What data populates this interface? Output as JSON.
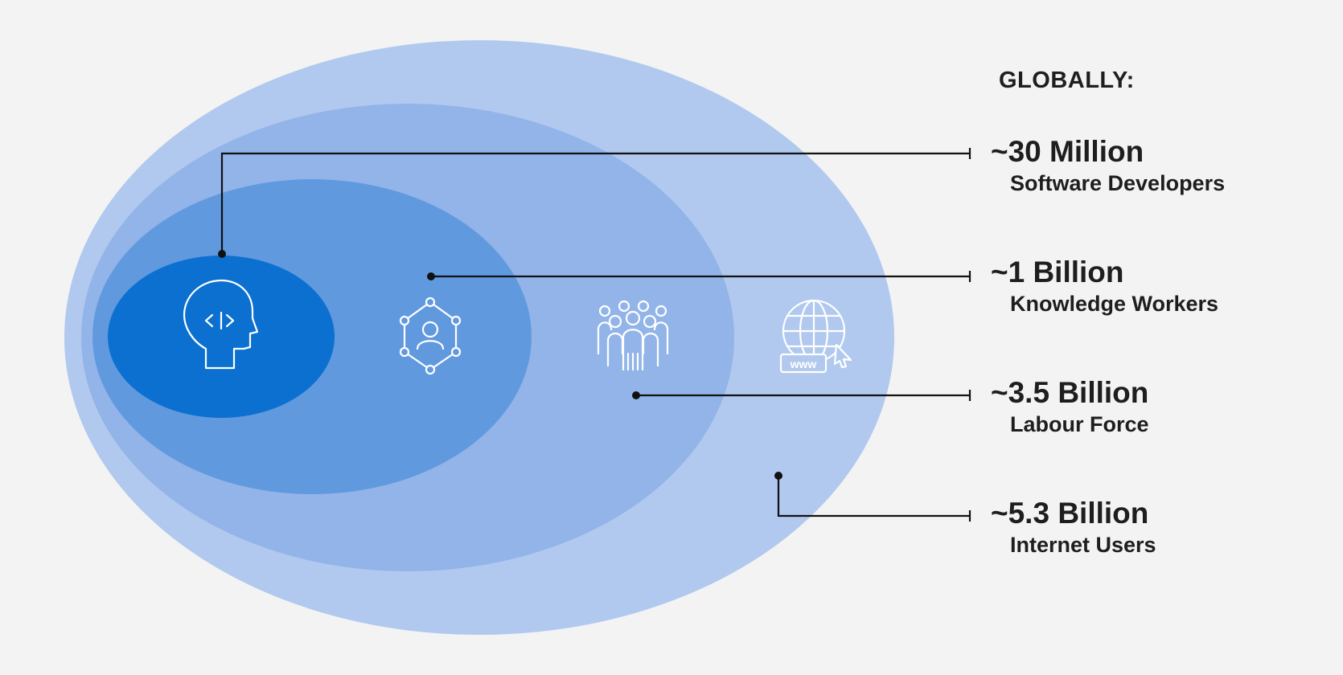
{
  "heading": "GLOBALLY:",
  "colors": {
    "background": "#f3f3f3",
    "internet_users": "#b1c9ef",
    "labour_force": "#92b4e8",
    "knowledge_workers": "#6199df",
    "software_developers": "#0b70cf",
    "leader_line": "#111111",
    "text": "#1e1e1e",
    "icon": "#ffffff"
  },
  "groups": [
    {
      "id": "developers",
      "value": "~30 Million",
      "label": "Software Developers",
      "icon": "head-code-icon"
    },
    {
      "id": "knowledge",
      "value": "~1 Billion",
      "label": "Knowledge Workers",
      "icon": "network-person-icon"
    },
    {
      "id": "labour",
      "value": "~3.5 Billion",
      "label": "Labour Force",
      "icon": "crowd-icon"
    },
    {
      "id": "internet",
      "value": "~5.3 Billion",
      "label": "Internet Users",
      "icon": "globe-www-icon"
    }
  ]
}
